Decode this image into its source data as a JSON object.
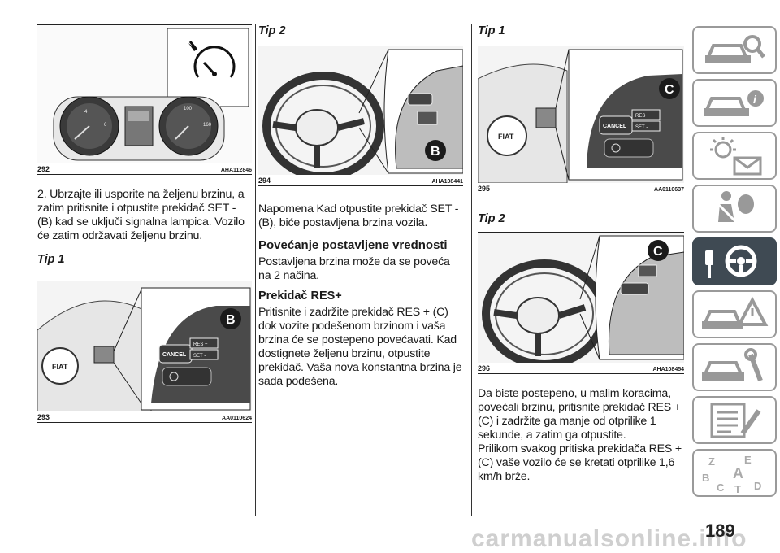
{
  "fig292": {
    "number": "292",
    "code": "AHA112846"
  },
  "fig293": {
    "number": "293",
    "code": "AA0110624",
    "callout": "B",
    "btn_cancel": "CANCEL",
    "btn_res": "RES +",
    "btn_set": "SET -",
    "logo": "FIAT"
  },
  "fig294": {
    "number": "294",
    "code": "AHA108441",
    "callout": "B"
  },
  "fig295": {
    "number": "295",
    "code": "AA0110637",
    "callout": "C",
    "btn_cancel": "CANCEL",
    "btn_res": "RES +",
    "btn_set": "SET -",
    "logo": "FIAT"
  },
  "fig296": {
    "number": "296",
    "code": "AHA108454",
    "callout": "C"
  },
  "col1": {
    "paragraph": "2. Ubrzajte ili usporite na željenu brzinu, a zatim pritisnite i otpustite prekidač SET - (B) kad se uključi signalna lampica. Vozilo će zatim održavati željenu brzinu.",
    "tip": "Tip 1"
  },
  "col2": {
    "tip": "Tip 2",
    "note": "Napomena  Kad otpustite prekidač SET - (B), biće postavljena brzina vozila.",
    "heading": "Povećanje postavljene vrednosti",
    "heading_text": "Postavljena brzina može da se poveća na 2 načina.",
    "subheading": "Prekidač RES+",
    "paragraph": "Pritisnite i zadržite prekidač RES + (C) dok vozite podešenom brzinom i vaša brzina će se postepeno povećavati. Kad dostignete željenu brzinu, otpustite prekidač. Vaša nova konstantna brzina je sada podešena."
  },
  "col3": {
    "tip1": "Tip 1",
    "tip2": "Tip 2",
    "paragraph1": "Da biste postepeno, u malim koracima, povećali brzinu, pritisnite prekidač RES + (C) i zadržite ga manje od otprilike 1 sekunde, a zatim ga otpustite.",
    "paragraph2": "Prilikom svakog pritiska prekidača RES + (C) vaše vozilo će se kretati otprilike 1,6 km/h brže."
  },
  "sidebar_icons": [
    "car-search-icon",
    "car-info-icon",
    "warning-light-message-icon",
    "airbag-seatbelt-icon",
    "key-steering-wheel-icon",
    "car-breakdown-warning-icon",
    "car-service-wrench-icon",
    "data-checklist-icon",
    "alphabet-index-icon"
  ],
  "sidebar_index_letters": [
    "Z",
    "E",
    "B",
    "A",
    "C",
    "T",
    "D"
  ],
  "page_number": "189",
  "watermark": "carmanualsonline.info"
}
